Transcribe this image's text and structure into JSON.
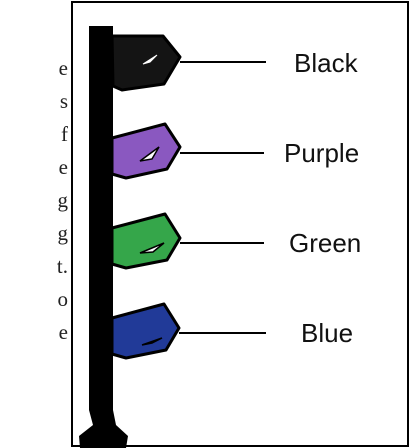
{
  "left_fragments": [
    "e",
    "s",
    "f",
    "e",
    "g",
    "g",
    "t.",
    "o",
    "e"
  ],
  "markers": [
    {
      "label": "Black",
      "color": "#141414"
    },
    {
      "label": "Purple",
      "color": "#8a58c0"
    },
    {
      "label": "Green",
      "color": "#35a64a"
    },
    {
      "label": "Blue",
      "color": "#213a98"
    }
  ]
}
